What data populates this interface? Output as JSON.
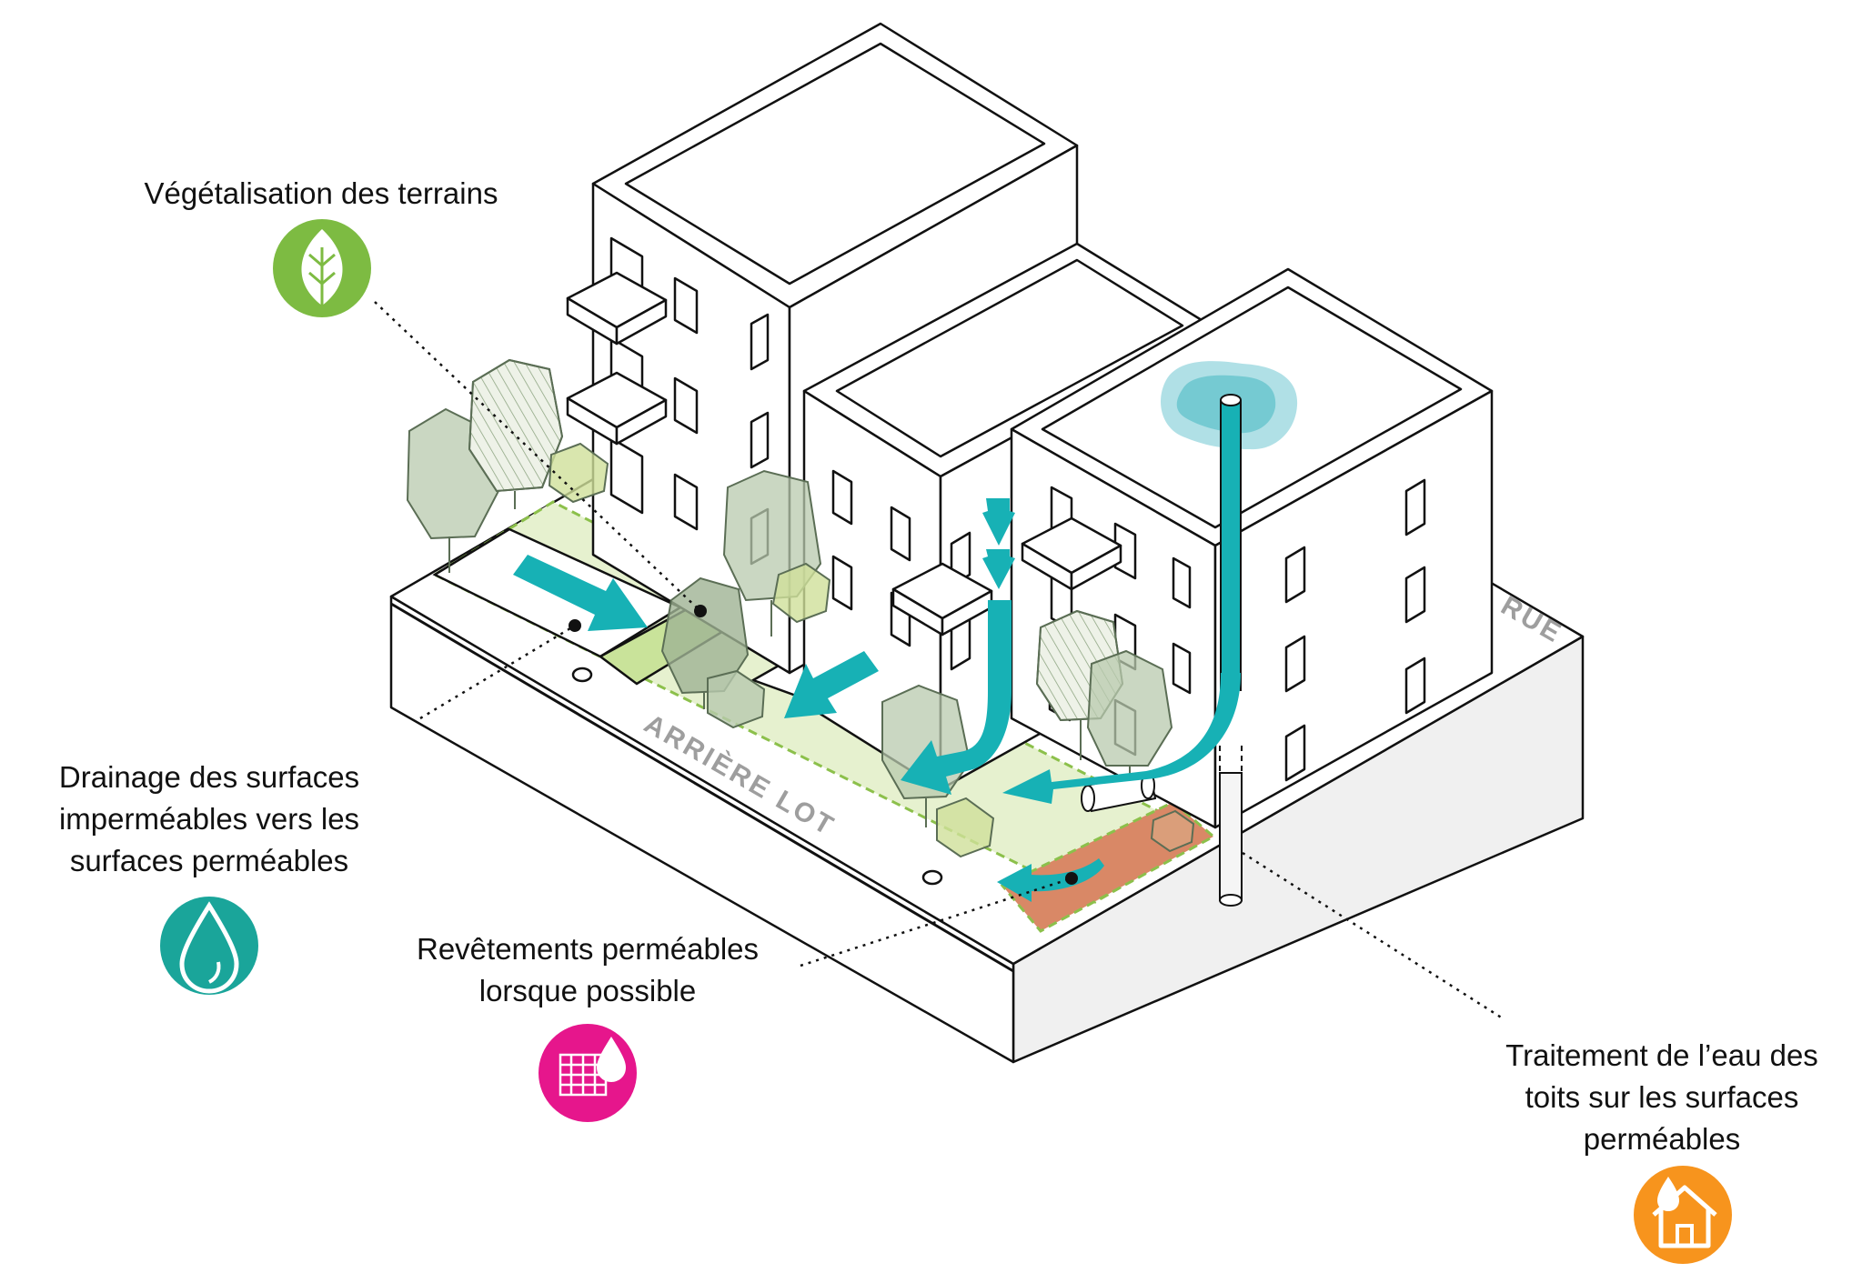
{
  "labels": {
    "vegetation": "Végétalisation des terrains",
    "drainage": [
      "Drainage des surfaces",
      "imperméables vers les",
      "surfaces perméables"
    ],
    "revetements": [
      "Revêtements perméables",
      "lorsque possible"
    ],
    "traitement": [
      "Traitement de l’eau des",
      "toits sur les surfaces",
      "perméables"
    ]
  },
  "ground_labels": {
    "arriere_lot": "ARRIÈRE LOT",
    "rue": "RUE"
  },
  "icons": {
    "vegetation": "leaf-icon",
    "drainage": "water-drop-icon",
    "revetements": "permeable-paving-icon",
    "traitement": "house-water-icon"
  },
  "colors": {
    "vegetation": "#7dbb42",
    "drainage": "#1aa59a",
    "revetements": "#e6168c",
    "traitement": "#f7941d",
    "water_arrow": "#17b1b5",
    "green_area": "#e6f1cf",
    "permeable_paving": "#d98866"
  }
}
